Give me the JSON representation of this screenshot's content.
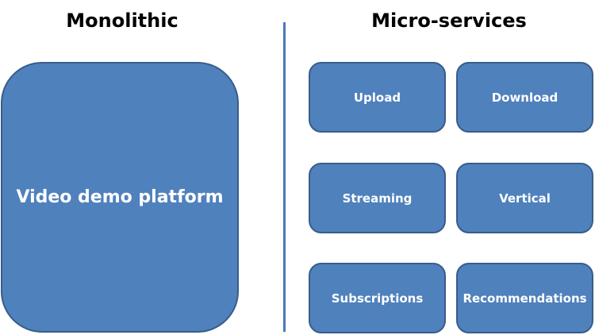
{
  "monolithic": {
    "heading": "Monolithic",
    "platform_label": "Video demo platform"
  },
  "microservices": {
    "heading": "Micro-services",
    "services": [
      {
        "label": "Upload"
      },
      {
        "label": "Download"
      },
      {
        "label": "Streaming"
      },
      {
        "label": "Vertical"
      },
      {
        "label": "Subscriptions"
      },
      {
        "label": "Recommendations"
      }
    ]
  },
  "colors": {
    "box_fill": "#4f81bd",
    "box_border": "#385d8a",
    "divider": "#4a7ab8",
    "box_text": "#ffffff",
    "heading_text": "#000000"
  }
}
